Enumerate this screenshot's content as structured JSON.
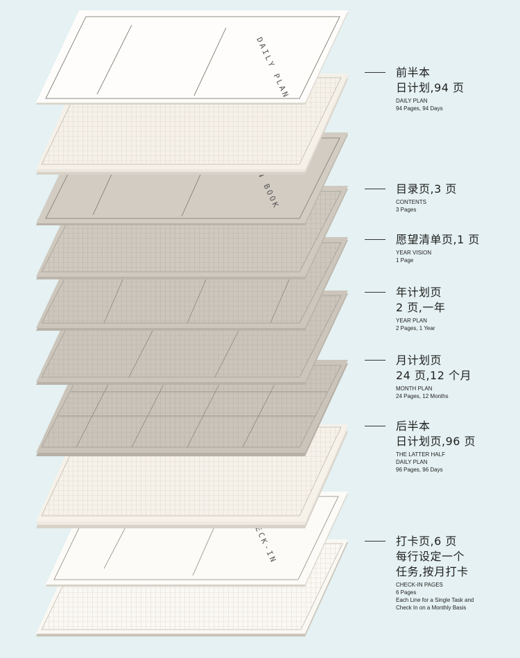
{
  "cover": {
    "title_top": "DAILY PLAN",
    "title_mid": "N BOOK",
    "title_bottom": "CHECK-IN"
  },
  "colors": {
    "background": "#e5f1f2",
    "paper_white": "#fbf9f4",
    "paper_cream": "#f3eee2",
    "paper_taupe": "#cfc8be",
    "paper_taupe_dark": "#c3bcb2",
    "grid_line": "#b7b0a6",
    "label_text": "#1f1f1f"
  },
  "labels": [
    {
      "zh": "前半本\n日计划,94 页",
      "en": "DAILY PLAN\n94 Pages, 94 Days"
    },
    {
      "zh": "目录页,3 页",
      "en": "CONTENTS\n3 Pages"
    },
    {
      "zh": "愿望清单页,1 页",
      "en": "YEAR VISION\n1 Page"
    },
    {
      "zh": "年计划页\n2 页,一年",
      "en": "YEAR PLAN\n2 Pages, 1 Year"
    },
    {
      "zh": "月计划页\n24 页,12 个月",
      "en": "MONTH PLAN\n24 Pages, 12 Months"
    },
    {
      "zh": "后半本\n日计划页,96 页",
      "en": "THE LATTER HALF\nDAILY PLAN\n96 Pages, 96 Days"
    },
    {
      "zh": "打卡页,6 页\n每行设定一个\n任务,按月打卡",
      "en": "CHECK-IN PAGES\n6 Pages\nEach Line for a Single Task and\nCheck In on a Monthly Basis"
    }
  ]
}
